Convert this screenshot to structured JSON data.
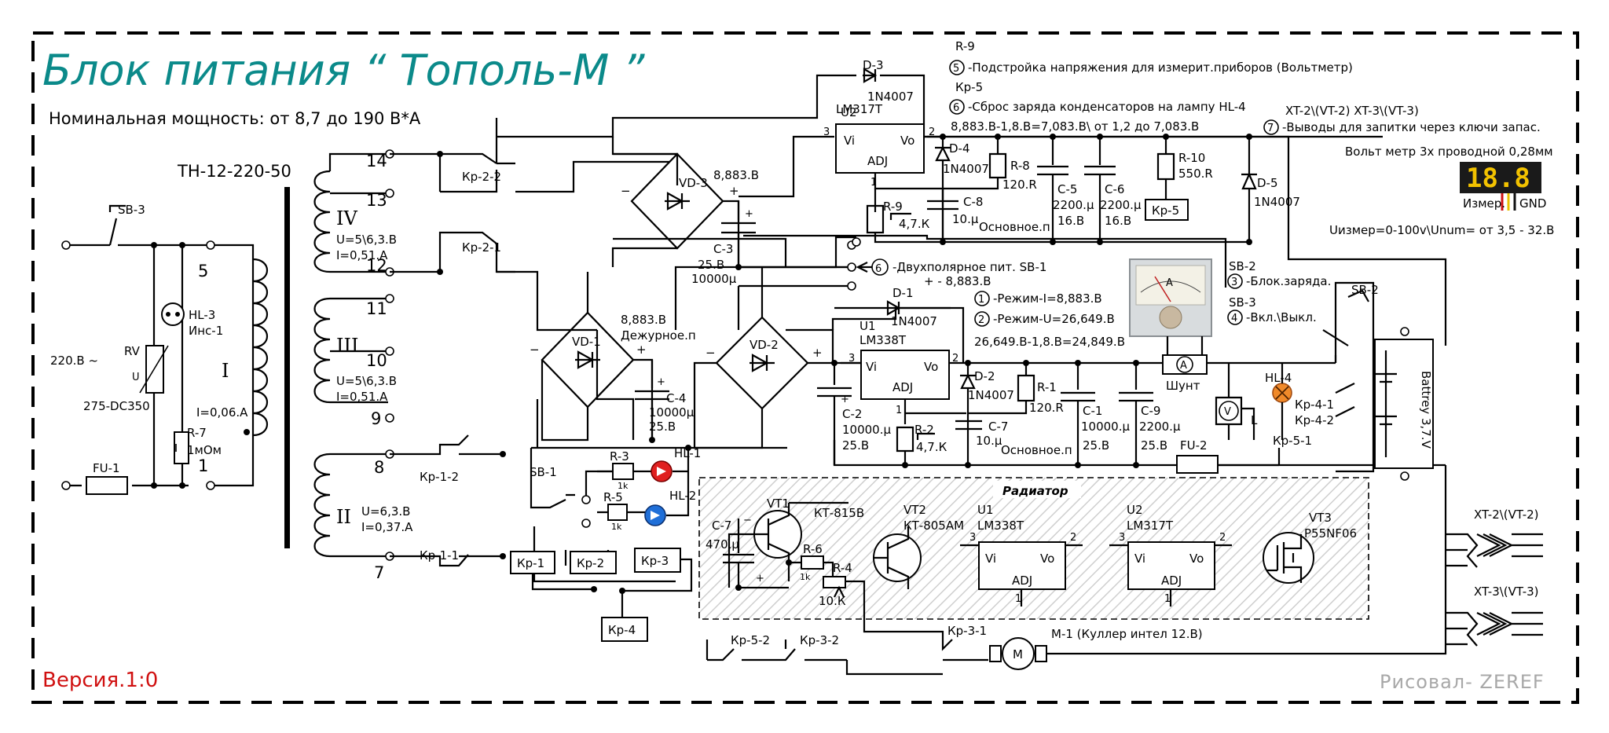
{
  "colors": {
    "title": "#0b8a8a",
    "version": "#d01010",
    "author": "#a8a8a8",
    "led_red": "#e02020",
    "led_blue": "#1f6fd8",
    "lamp": "#f08a2a",
    "display": "#f2c200"
  },
  "header": {
    "title": "Блок питания “ Тополь-М ”",
    "power": "Номинальная мощность: от 8,7 до 190 В*А",
    "transformer": "ТН-12-220-50"
  },
  "footer": {
    "version": "Версия.1:0",
    "author": "Рисовал- ZEREF"
  },
  "notes": {
    "r9": "R-9",
    "n5": "-Подстройка напряжения для измерит.приборов (Вольтметр)",
    "kp5": "Кр-5",
    "n6": "-Сброс заряда конденсаторов на лампу HL-4",
    "calc": "8,883.В-1,8.В=7,083.В\\ от 1,2 до 7,083.В",
    "n7": "-Выводы для запитки через ключи запас.",
    "xt_head": "XT-2\\(VT-2) XT-3\\(VT-3)",
    "voltmeter": "Вольт метр 3х проводной 0,28мм",
    "izmer": "Измер.",
    "gnd": "GND",
    "umeas": "Uизмер=0-100v\\Unum= от 3,5 - 32.В",
    "display": "18.8",
    "sb2": "SB-2",
    "n3": "-Блок.заряда.",
    "sb3b": "SB-3",
    "n4": "-Вкл.\\Выкл.",
    "mode1": "-Режим-I=8,883.В",
    "mode2": "-Режим-U=26,649.В",
    "calc2": "26,649.В-1,8.В=24,849.В",
    "bipolar": "-Двухполярное пит. SB-1",
    "bipolar2": "+ - 8,883.В",
    "meter_unit": "A",
    "shunt": "Шунт"
  },
  "mains": {
    "sb3": "SB-3",
    "v220": "220.В ~",
    "rv": "RV",
    "rv_u": "U",
    "rv_type": "275-DC350",
    "hl3": "HL-3",
    "hl3b": "Инс-1",
    "r7": "R-7",
    "r7v": "1мОм",
    "fu1": "FU-1",
    "p5": "5",
    "p1": "1",
    "w1": "I",
    "i1": "I=0,06.А"
  },
  "windings": {
    "w4": "IV",
    "u4": "U=5\\6,3.В",
    "i4": "I=0,51.А",
    "w3": "III",
    "u3": "U=5\\6,3.В",
    "i3": "I=0,51.А",
    "w2": "II",
    "u2": "U=6,3.В",
    "i2": "I=0,37.А",
    "p14": "14",
    "p13": "13",
    "p12": "12",
    "p11": "11",
    "p10": "10",
    "p9": "9",
    "p8": "8",
    "p7": "7"
  },
  "relays": {
    "kp22": "Кр-2-2",
    "kp21": "Кр-2-1",
    "kp12": "Кр-1-2",
    "kp11": "Кр-1-1",
    "kp1": "Кр-1",
    "kp2": "Кр-2",
    "kp3": "Кр-3",
    "kp4": "Кр-4",
    "kp5box": "Кр-5",
    "kp52": "Кр-5-2",
    "kp32": "Кр-3-2",
    "kp31": "Кр-3-1",
    "kp41": "Кр-4-1",
    "kp42": "Кр-4-2",
    "kp51": "Кр-5-1"
  },
  "parts": {
    "d3": "D-3",
    "d3v": "1N4007",
    "u2": "U2",
    "u2v": "LM317T",
    "vi": "Vi",
    "vo": "Vo",
    "adj": "ADJ",
    "pin3": "3",
    "pin2": "2",
    "pin1": "1",
    "d4": "D-4",
    "d4v": "1N4007",
    "r8": "R-8",
    "r8v": "120.R",
    "c5": "C-5",
    "c5v": "2200.μ",
    "c5u": "16.В",
    "c6": "C-6",
    "c6v": "2200.μ",
    "c6u": "16.В",
    "r10": "R-10",
    "r10v": "550.R",
    "d5": "D-5",
    "d5v": "1N4007",
    "r9": "R-9",
    "r9v": "4,7.К",
    "c8": "C-8",
    "c8v": "10.μ",
    "osn1": "Основное.п",
    "vd3": "VD-3",
    "v8883a": "8,883.В",
    "c3": "C-3",
    "c3v": "25.В",
    "c3c": "10000μ",
    "d1": "D-1",
    "d1v": "1N4007",
    "u1": "U1",
    "u1v": "LM338T",
    "vd1": "VD-1",
    "v8883b": "8,883.В",
    "dezh": "Дежурное.п",
    "c4": "C-4",
    "c4v": "10000μ",
    "c4u": "25.В",
    "vd2": "VD-2",
    "c2": "C-2",
    "c2v": "10000.μ",
    "c2u": "25.В",
    "r2": "R-2",
    "r2v": "4,7.К",
    "c7": "C-7",
    "c7v": "10.μ",
    "osn2": "Основное.п",
    "d2": "D-2",
    "d2v": "1N4007",
    "r1": "R-1",
    "r1v": "120.R",
    "c1": "C-1",
    "c1v": "10000.μ",
    "c1u": "25.В",
    "c9": "C-9",
    "c9v": "2200.μ",
    "c9u": "25.В",
    "fu2": "FU-2",
    "hl4": "HL-4",
    "battery": "Battrey 3,7.V",
    "l": "L",
    "v": "V",
    "sb1": "SB-1",
    "r3": "R-3",
    "r3v": "1k",
    "r5": "R-5",
    "r5v": "1k",
    "hl1": "HL-1",
    "hl2": "HL-2",
    "radiator": "Радиатор",
    "c7b": "C-7",
    "c7bv": "470.μ",
    "vt1": "VT1",
    "vt1v": "КТ-815В",
    "r6": "R-6",
    "r6v": "1k",
    "r4": "R-4",
    "r4v": "10.К",
    "vt2": "VT2",
    "vt2v": "КТ-805АМ",
    "u1b": "U1",
    "u1bv": "LM338T",
    "u2b": "U2",
    "u2bv": "LM317T",
    "vt3": "VT3",
    "vt3v": "P55NF06",
    "m1": "M-1 (Куллер интел 12.В)",
    "m": "M",
    "xt2": "XT-2\\(VT-2)",
    "xt3": "XT-3\\(VT-3)"
  }
}
